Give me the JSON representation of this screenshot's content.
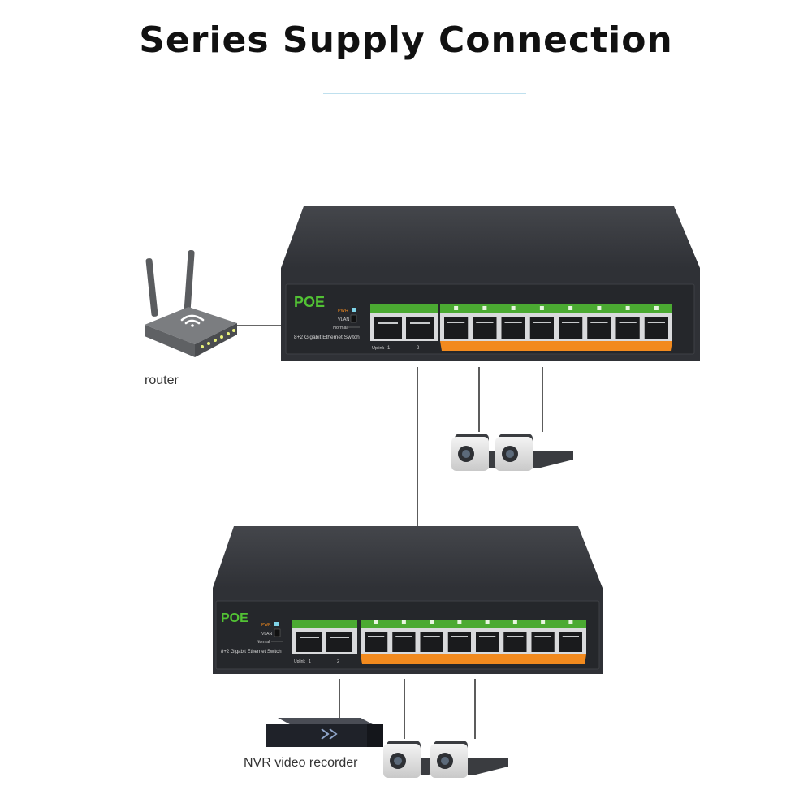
{
  "title": "Series Supply Connection",
  "labels": {
    "router": "router",
    "nvr": "NVR video recorder"
  },
  "switch": {
    "brand": "POE",
    "model": "8+2 Gigabit Ethernet Switch",
    "indicators": {
      "pwr": "PWR",
      "vlan": "VLAN",
      "normal": "Normal"
    },
    "uplink_label": "Uplink",
    "uplink_ports": [
      "1",
      "2"
    ],
    "poe_ports_count": 8
  },
  "colors": {
    "switch_body": "#2f3136",
    "switch_top": "#3a3c41",
    "brand_green": "#52c234",
    "accent_orange": "#f28a1e",
    "cable": "#333333",
    "router_body": "#6d6f72"
  }
}
